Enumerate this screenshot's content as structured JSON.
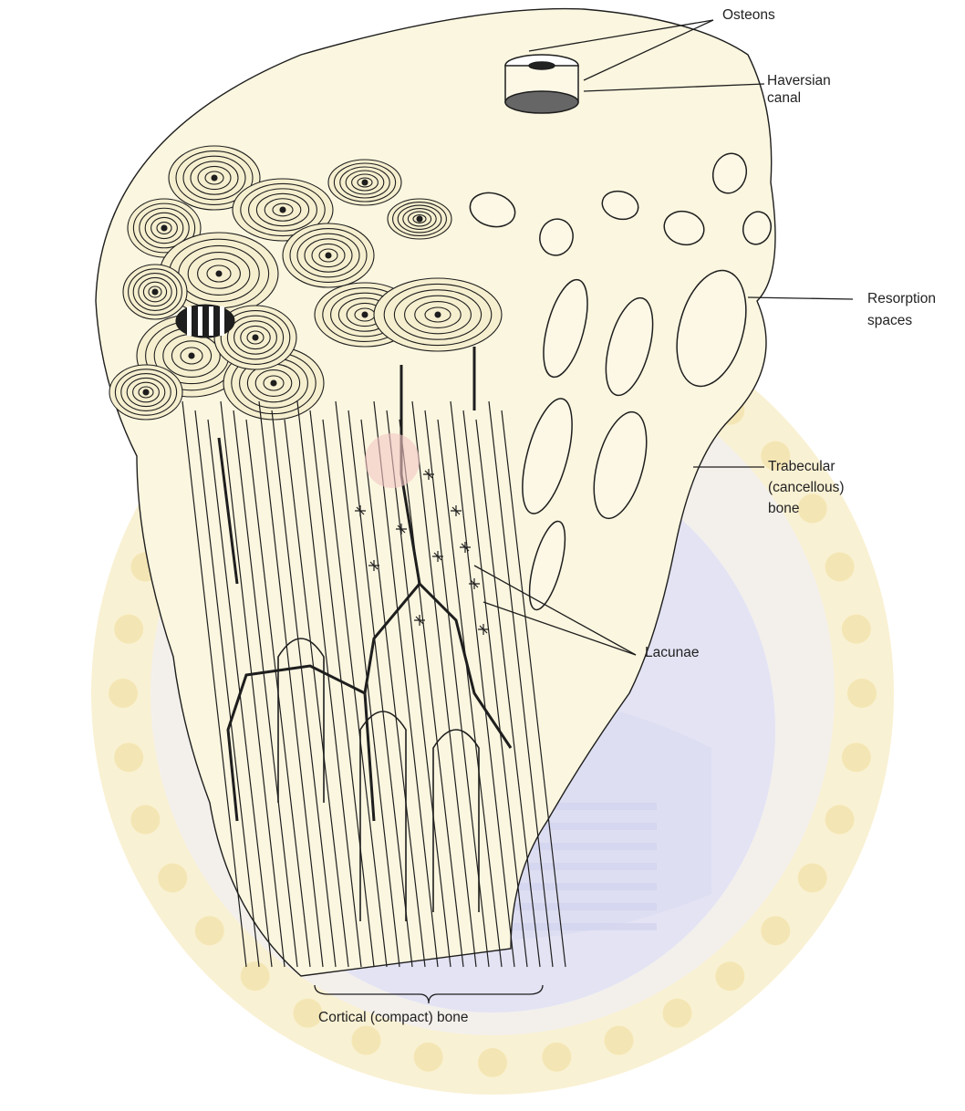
{
  "labels": {
    "osteons": "Osteons",
    "haversian_canal_line1": "Haversian",
    "haversian_canal_line2": "canal",
    "resorption_line1": "Resorption",
    "resorption_line2": "spaces",
    "trabecular_line1": "Trabecular",
    "trabecular_line2": "(cancellous)",
    "trabecular_line3": "bone",
    "lacunae": "Lacunae",
    "cortical": "Cortical (compact) bone"
  },
  "colors": {
    "ink": "#1e1e1e",
    "cream_fill": "#f6efcf",
    "watermark_blue": "#dfe0f3",
    "watermark_gold": "#f7edc8"
  }
}
